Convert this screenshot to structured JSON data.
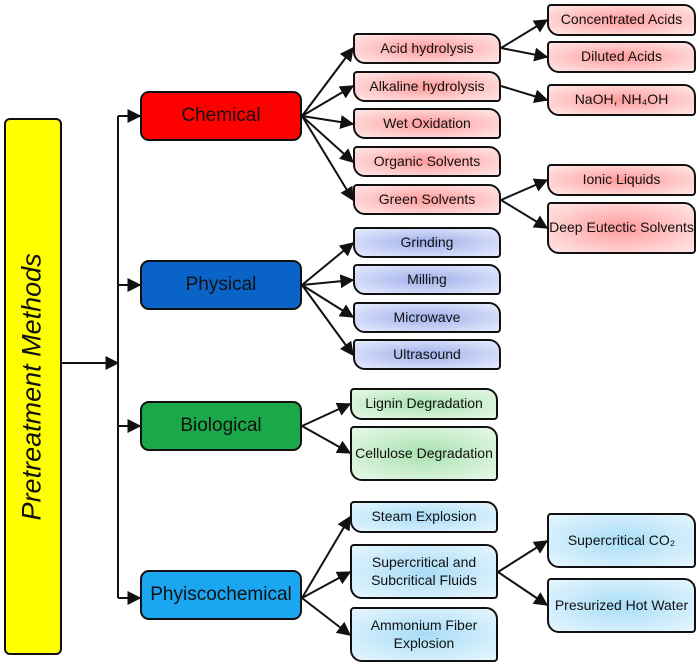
{
  "root": {
    "label": "Pretreatment Methods"
  },
  "categories": [
    {
      "label": "Chemical",
      "color": "#ff0000",
      "methods": [
        {
          "label": "Acid hydrolysis",
          "subs": [
            "Concentrated Acids",
            "Diluted Acids"
          ]
        },
        {
          "label": "Alkaline hydrolysis",
          "subs": [
            "NaOH, NH₄OH"
          ]
        },
        {
          "label": "Wet Oxidation"
        },
        {
          "label": "Organic Solvents"
        },
        {
          "label": "Green Solvents",
          "subs": [
            "Ionic Liquids",
            "Deep Eutectic Solvents"
          ]
        }
      ]
    },
    {
      "label": "Physical",
      "color": "#0a64c8",
      "methods": [
        {
          "label": "Grinding"
        },
        {
          "label": "Milling"
        },
        {
          "label": "Microwave"
        },
        {
          "label": "Ultrasound"
        }
      ]
    },
    {
      "label": "Biological",
      "color": "#1aa848",
      "methods": [
        {
          "label": "Lignin Degradation"
        },
        {
          "label": "Cellulose Degradation"
        }
      ]
    },
    {
      "label": "Phyiscochemical",
      "color": "#1aa6f0",
      "methods": [
        {
          "label": "Steam Explosion"
        },
        {
          "label": "Supercritical and Subcritical Fluids",
          "subs": [
            "Supercritical CO₂",
            "Presurized Hot Water"
          ]
        },
        {
          "label": "Ammonium Fiber Explosion"
        }
      ]
    }
  ]
}
